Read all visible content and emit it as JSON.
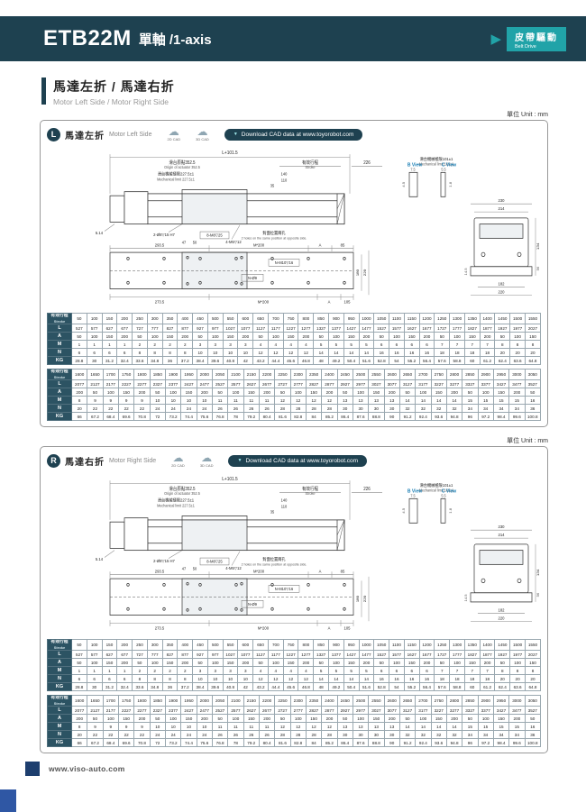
{
  "header": {
    "model": "ETB22M",
    "subtitle": "單軸 /1-axis",
    "drive_cn": "皮帶驅動",
    "drive_en": "Belt Drive"
  },
  "section": {
    "title_cn": "馬達左折 / 馬達右折",
    "title_en": "Motor Left Side / Motor Right Side"
  },
  "unit_label": "單位 Unit : mm",
  "cad": {
    "cad2d": "2D CAD",
    "cad3d": "3D CAD",
    "download": "Download CAD data at www.toyorobot.com"
  },
  "panels": [
    {
      "badge": "L",
      "title_cn": "馬達左折",
      "title_en": "Motor Left Side"
    },
    {
      "badge": "R",
      "title_cn": "馬達右折",
      "title_en": "Motor Right Side"
    }
  ],
  "drawing": {
    "top_dim": "L+101.5",
    "origin_cn": "滑台原點352.5",
    "origin_en": "Origin of actuator 352.5",
    "stroke_cn": "有效行程",
    "stroke_en": "Stroke",
    "d226": "226",
    "mechL_cn": "滑台機械極限227.5±1",
    "mechL_en": "Mechanical limit 227.5±1",
    "mechR_cn": "滑台機械極限101±1",
    "mechR_en": "Mechanical limit 101±1",
    "d140": "140",
    "d110": "110",
    "d35": "35",
    "d514": "5.14",
    "h1": "2-Ø8▽15 H7",
    "h2": "8-M8▽25",
    "opp_cn": "對面位置兩孔",
    "opp_en": "2 holes on the same position at opposite side.",
    "d47": "47",
    "d50": "50",
    "h3": "4-M5▽12",
    "d2935": "293.5",
    "m200": "M*200",
    "dA": "A",
    "d85": "85",
    "hn1": "N-M10▽16",
    "hn2": "N-Ø9",
    "d2735": "273.5",
    "d105": "105",
    "d180": "180",
    "d220s": "220",
    "bview": "B View",
    "cview": "C View",
    "d75": "7.5",
    "d45": "4.5",
    "d55": "5.5",
    "d18": "1.8",
    "d230": "230",
    "d214": "214",
    "d182": "182",
    "d220b": "220",
    "d134": "134",
    "d56": "56",
    "d145": "14.5"
  },
  "table1": {
    "header_label": "有效行程",
    "header_sub": "Stroke",
    "strokes": [
      50,
      100,
      150,
      200,
      250,
      300,
      350,
      400,
      450,
      500,
      550,
      600,
      650,
      700,
      750,
      800,
      850,
      900,
      950,
      1000,
      1050,
      1100,
      1150,
      1200,
      1250,
      1300,
      1350,
      1400,
      1450,
      1500,
      1550
    ],
    "rows": [
      {
        "label": "L",
        "values": [
          527,
          577,
          627,
          677,
          727,
          777,
          827,
          877,
          927,
          977,
          1027,
          1077,
          1127,
          1177,
          1227,
          1277,
          1327,
          1377,
          1427,
          1477,
          1527,
          1577,
          1627,
          1677,
          1727,
          1777,
          1827,
          1877,
          1927,
          1977,
          2027
        ]
      },
      {
        "label": "A",
        "values": [
          50,
          100,
          150,
          200,
          50,
          100,
          150,
          200,
          50,
          100,
          150,
          200,
          50,
          100,
          150,
          200,
          50,
          100,
          150,
          200,
          50,
          100,
          150,
          200,
          50,
          100,
          150,
          200,
          50,
          100,
          150
        ]
      },
      {
        "label": "M",
        "values": [
          1,
          1,
          1,
          1,
          2,
          2,
          2,
          2,
          3,
          3,
          3,
          3,
          4,
          4,
          4,
          4,
          5,
          5,
          5,
          5,
          6,
          6,
          6,
          6,
          7,
          7,
          7,
          7,
          8,
          8,
          8
        ]
      },
      {
        "label": "N",
        "values": [
          6,
          6,
          6,
          6,
          8,
          8,
          8,
          8,
          10,
          10,
          10,
          10,
          12,
          12,
          12,
          12,
          14,
          14,
          14,
          14,
          16,
          16,
          16,
          16,
          18,
          18,
          18,
          18,
          20,
          20,
          20
        ]
      },
      {
        "label": "KG",
        "values": [
          28.8,
          30,
          31.2,
          32.4,
          33.6,
          34.8,
          36,
          37.2,
          38.4,
          39.6,
          40.8,
          42,
          43.2,
          44.4,
          45.6,
          46.8,
          48,
          49.2,
          50.4,
          51.6,
          52.8,
          54,
          55.2,
          56.4,
          57.6,
          58.8,
          60,
          61.2,
          62.4,
          63.6,
          64.8
        ]
      }
    ]
  },
  "table2": {
    "header_label": "有效行程",
    "header_sub": "Stroke",
    "strokes": [
      1600,
      1650,
      1700,
      1750,
      1800,
      1850,
      1900,
      1950,
      2000,
      2050,
      2100,
      2150,
      2200,
      2250,
      2300,
      2350,
      2400,
      2450,
      2500,
      2550,
      2600,
      2650,
      2700,
      2750,
      2800,
      2850,
      2900,
      2950,
      3000,
      3050
    ],
    "rows": [
      {
        "label": "L",
        "values": [
          2077,
          2127,
          2177,
          2227,
          2277,
          2327,
          2377,
          2427,
          2477,
          2527,
          2577,
          2627,
          2677,
          2727,
          2777,
          2827,
          2877,
          2927,
          2977,
          3027,
          3077,
          3127,
          3177,
          3227,
          3277,
          3327,
          3377,
          3427,
          3477,
          3527
        ]
      },
      {
        "label": "A",
        "values": [
          200,
          50,
          100,
          150,
          200,
          50,
          100,
          150,
          200,
          50,
          100,
          150,
          200,
          50,
          100,
          150,
          200,
          50,
          100,
          150,
          200,
          50,
          100,
          150,
          200,
          50,
          100,
          150,
          200,
          50
        ]
      },
      {
        "label": "M",
        "values": [
          8,
          9,
          9,
          9,
          9,
          10,
          10,
          10,
          10,
          11,
          11,
          11,
          11,
          12,
          12,
          12,
          12,
          13,
          13,
          13,
          13,
          14,
          14,
          14,
          14,
          15,
          15,
          15,
          15,
          16
        ]
      },
      {
        "label": "N",
        "values": [
          20,
          22,
          22,
          22,
          22,
          24,
          24,
          24,
          24,
          26,
          26,
          26,
          26,
          28,
          28,
          28,
          28,
          30,
          30,
          30,
          30,
          32,
          32,
          32,
          32,
          34,
          34,
          34,
          34,
          36
        ]
      },
      {
        "label": "KG",
        "values": [
          66,
          67.2,
          68.4,
          69.6,
          70.8,
          72,
          73.2,
          74.4,
          75.6,
          76.8,
          78,
          79.2,
          80.4,
          81.6,
          82.8,
          84,
          85.2,
          86.4,
          87.6,
          88.8,
          90,
          91.2,
          92.4,
          93.6,
          94.8,
          96,
          97.2,
          98.4,
          99.6,
          100.8
        ]
      }
    ]
  },
  "footer": {
    "url": "www.viso-auto.com"
  }
}
